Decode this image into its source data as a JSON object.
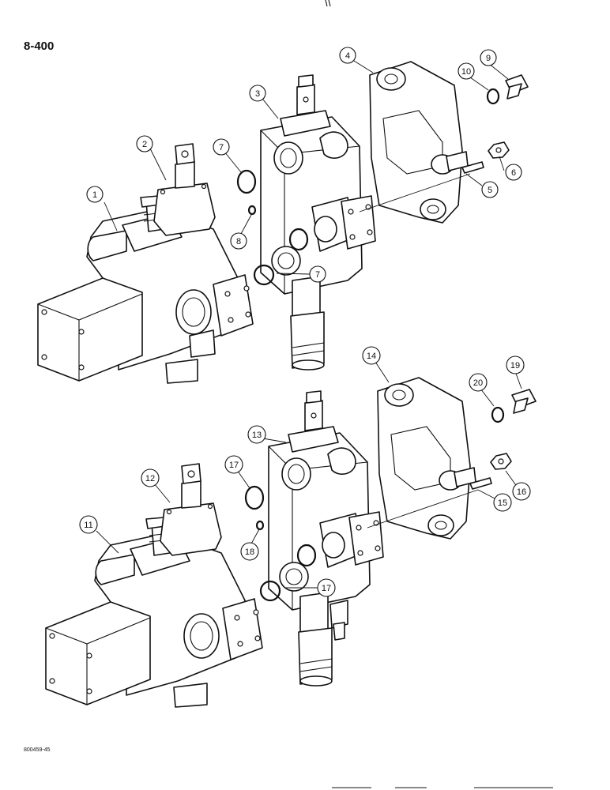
{
  "page": {
    "number": "8-400",
    "figure_code": "800459-45"
  },
  "callouts": [
    "1",
    "2",
    "3",
    "4",
    "5",
    "6",
    "7",
    "7",
    "8",
    "9",
    "10",
    "11",
    "12",
    "13",
    "14",
    "15",
    "16",
    "17",
    "17",
    "18",
    "19",
    "20"
  ]
}
